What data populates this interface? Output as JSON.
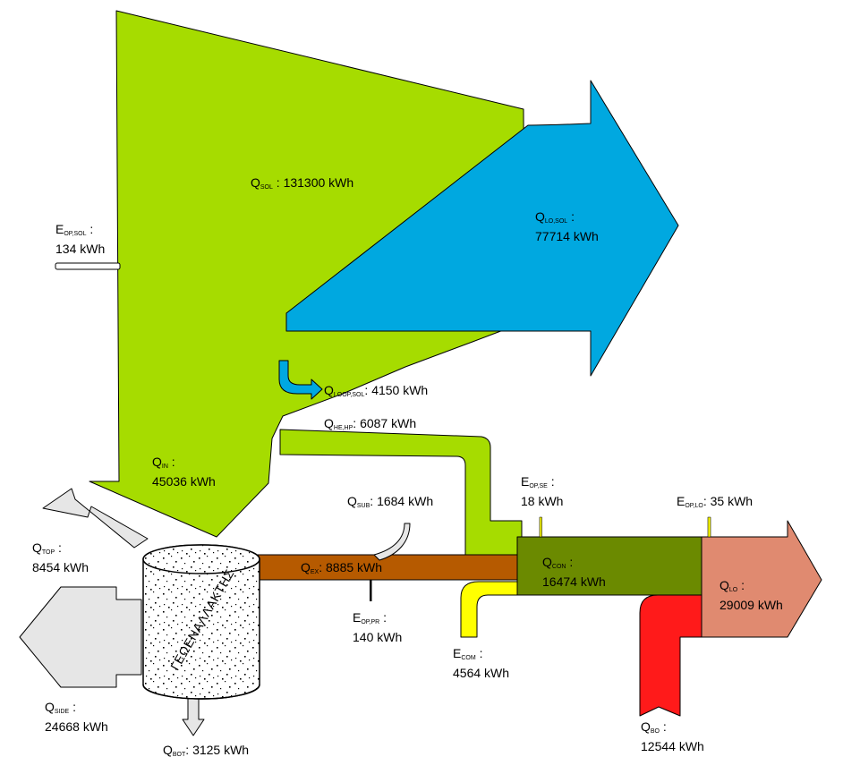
{
  "colors": {
    "solar_green": "#a6dc00",
    "loss_blue": "#00a8e0",
    "exchanger_brown": "#b65a00",
    "condenser_olive": "#6b8a00",
    "load_salmon": "#e08a70",
    "boiler_red": "#ff1a1a",
    "compressor_yellow": "#ffff00",
    "ground_grey": "#e6e6e6",
    "white": "#ffffff"
  },
  "flows": {
    "q_sol": {
      "sym": "Q",
      "sub": "SOL",
      "sep": " :  ",
      "value": "131300 kWh"
    },
    "e_op_sol": {
      "sym": "E",
      "sub": "OP,SOL",
      "sep": " :",
      "value": "134 kWh"
    },
    "q_lo_sol": {
      "sym": "Q",
      "sub": "LO,SOL",
      "sep": " :",
      "value": "77714 kWh"
    },
    "q_loop_sol": {
      "sym": "Q",
      "sub": "LOOP,SOL",
      "sep": ":  ",
      "value": "4150 kWh"
    },
    "q_he_hp": {
      "sym": "Q",
      "sub": "HE,HP",
      "sep": ":  ",
      "value": "6087 kWh"
    },
    "q_in": {
      "sym": "Q",
      "sub": "IN",
      "sep": " :",
      "value": "45036 kWh"
    },
    "q_sub": {
      "sym": "Q",
      "sub": "SUB",
      "sep": ":  ",
      "value": "1684 kWh"
    },
    "e_op_se": {
      "sym": "E",
      "sub": "OP,SE",
      "sep": " :",
      "value": "18 kWh"
    },
    "e_op_lo": {
      "sym": "E",
      "sub": "OP,LO",
      "sep": ":  ",
      "value": "35 kWh"
    },
    "q_top": {
      "sym": "Q",
      "sub": "TOP",
      "sep": " :",
      "value": "8454 kWh"
    },
    "q_ex": {
      "sym": "Q",
      "sub": "EX",
      "sep": ": ",
      "value": "8885 kWh"
    },
    "q_con": {
      "sym": "Q",
      "sub": "CON",
      "sep": " :",
      "value": "16474 kWh"
    },
    "q_lo": {
      "sym": "Q",
      "sub": "LO",
      "sep": " :",
      "value": "29009 kWh"
    },
    "e_op_pr": {
      "sym": "E",
      "sub": "OP,PR",
      "sep": " :",
      "value": "140 kWh"
    },
    "e_com": {
      "sym": "E",
      "sub": "COM",
      "sep": " :",
      "value": "4564 kWh"
    },
    "q_side": {
      "sym": "Q",
      "sub": "SIDE",
      "sep": " :",
      "value": "24668 kWh"
    },
    "q_bot": {
      "sym": "Q",
      "sub": "BOT",
      "sep": ":  ",
      "value": "3125 kWh"
    },
    "q_bo": {
      "sym": "Q",
      "sub": "BO",
      "sep": " :",
      "value": "12544 kWh"
    }
  },
  "heat_exchanger_label": "ΓΕΩΕΝΑΛΛΑΚΤΗΣ"
}
